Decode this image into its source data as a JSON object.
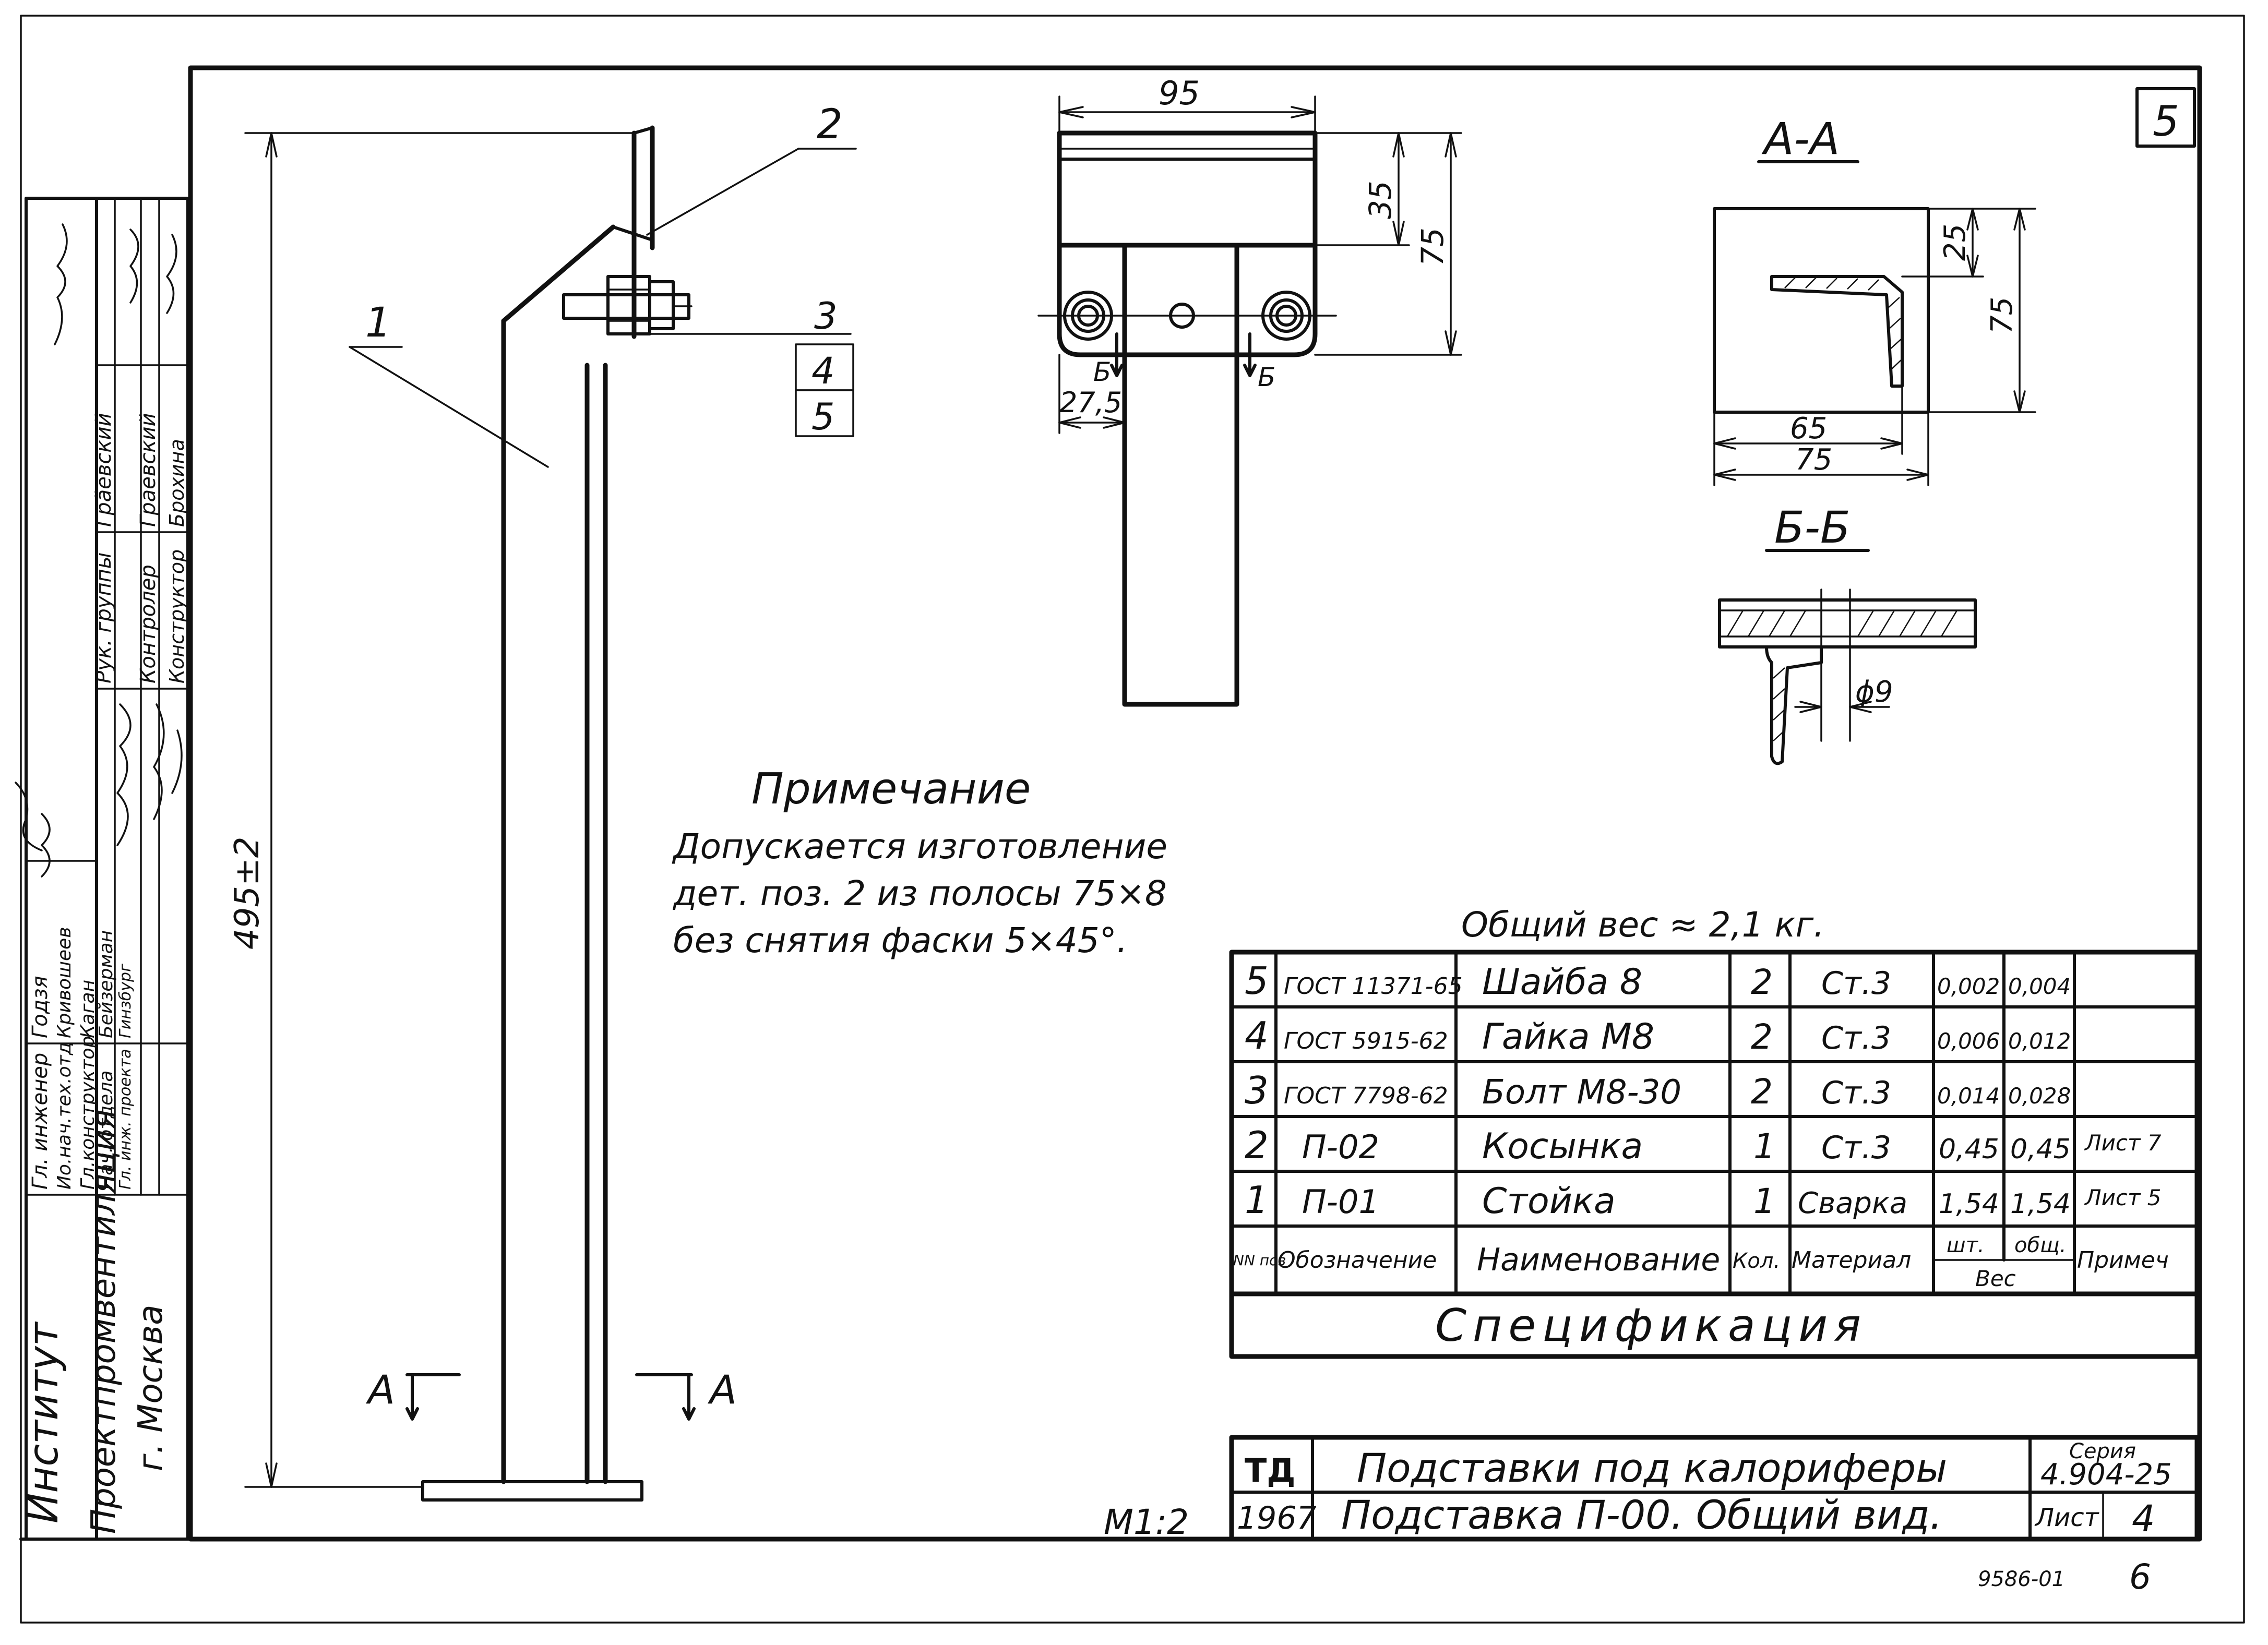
{
  "sheet": {
    "sheet_corner_number": "5",
    "bottom_code": "9586-01",
    "bottom_page": "6"
  },
  "side_stamp": {
    "institute_line1": "Институт",
    "institute_line2": "Проектпромвентиляция",
    "institute_line3": "г. Москва",
    "rows": [
      {
        "role": "Гл. инженер",
        "name": "Годзя"
      },
      {
        "role": "Ио.нач.тех.отд",
        "name": "Кривошеев"
      },
      {
        "role": "Гл.конструктор",
        "name": "Каган"
      },
      {
        "role": "Нач. отдела",
        "name": "Бейзерман"
      },
      {
        "role": "Гл. инж. проекта",
        "name": "Гинзбург"
      },
      {
        "role": "Рук. группы",
        "name": "Грäевский"
      },
      {
        "role": "Контролер",
        "name": "Граевский"
      },
      {
        "role": "Конструктор",
        "name": "Брохина"
      }
    ]
  },
  "main_view": {
    "leaders": [
      "1",
      "2",
      "3",
      "4",
      "5"
    ],
    "height_dim": "495±2",
    "section_mark_left": "А",
    "section_mark_right": "А",
    "scale": "М1:2"
  },
  "top_view": {
    "dim_width": "95",
    "dim_35": "35",
    "dim_75": "75",
    "dim_27_5": "27,5",
    "section_b_left": "Б",
    "section_b_right": "Б"
  },
  "section_aa": {
    "title": "А-А",
    "dim_25": "25",
    "dim_75_v": "75",
    "dim_65": "65",
    "dim_75_h": "75"
  },
  "section_bb": {
    "title": "Б-Б",
    "dim_hole": "ϕ9"
  },
  "note": {
    "title": "Примечание",
    "line1": "Допускается изготовление",
    "line2": "дет. поз. 2 из полосы 75×8",
    "line3": "без снятия фаски 5×45°."
  },
  "total_weight": "Общий вес ≈ 2,1 кг.",
  "spec": {
    "title": "Спецификация",
    "header": {
      "pos": "NN поз",
      "designation": "Обозначение",
      "name": "Наименование",
      "qty": "Кол.",
      "material": "Материал",
      "weight_unit": "шт.",
      "weight_total": "общ.",
      "weight": "Вес",
      "note": "Примеч"
    },
    "rows": [
      {
        "pos": "5",
        "designation": "ГОСТ 11371-65",
        "name": "Шайба 8",
        "qty": "2",
        "material": "Ст.3",
        "unit": "0,002",
        "total": "0,004",
        "note": ""
      },
      {
        "pos": "4",
        "designation": "ГОСТ 5915-62",
        "name": "Гайка М8",
        "qty": "2",
        "material": "Ст.3",
        "unit": "0,006",
        "total": "0,012",
        "note": ""
      },
      {
        "pos": "3",
        "designation": "ГОСТ 7798-62",
        "name": "Болт М8-30",
        "qty": "2",
        "material": "Ст.3",
        "unit": "0,014",
        "total": "0,028",
        "note": ""
      },
      {
        "pos": "2",
        "designation": "П-02",
        "name": "Косынка",
        "qty": "1",
        "material": "Ст.3",
        "unit": "0,45",
        "total": "0,45",
        "note": "Лист 7"
      },
      {
        "pos": "1",
        "designation": "П-01",
        "name": "Стойка",
        "qty": "1",
        "material": "Сварка",
        "unit": "1,54",
        "total": "1,54",
        "note": "Лист 5"
      }
    ]
  },
  "title_block": {
    "org": "ТД",
    "year": "1967",
    "title": "Подставки под калориферы",
    "subtitle": "Подставка П-00. Общий вид.",
    "series_label": "Серия",
    "series": "4.904-25",
    "sheet_label": "Лист",
    "sheet_no": "4"
  }
}
